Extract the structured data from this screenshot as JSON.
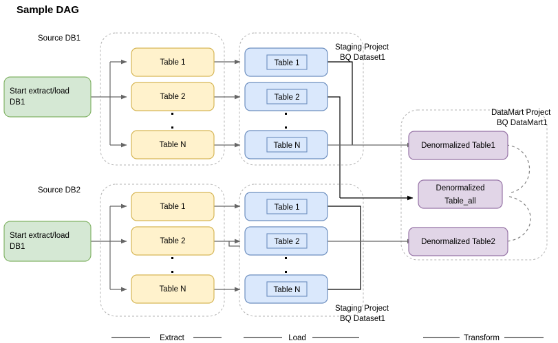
{
  "title": "Sample DAG",
  "sources": [
    {
      "label": "Source DB1"
    },
    {
      "label": "Source DB2"
    }
  ],
  "start_nodes": [
    {
      "line1": "Start extract/load",
      "line2": "DB1"
    },
    {
      "line1": "Start extract/load",
      "line2": "DB1"
    }
  ],
  "extract_groups": [
    {
      "tables": [
        "Table 1",
        "Table 2",
        "Table N"
      ]
    },
    {
      "tables": [
        "Table 1",
        "Table 2",
        "Table N"
      ]
    }
  ],
  "load_groups": [
    {
      "tables": [
        "Table 1",
        "Table 2",
        "Table N"
      ],
      "caption_line1": "Staging Project",
      "caption_line2": "BQ Dataset1"
    },
    {
      "tables": [
        "Table 1",
        "Table 2",
        "Table N"
      ],
      "caption_line1": "Staging Project",
      "caption_line2": "BQ Dataset1"
    }
  ],
  "transform_group": {
    "caption_line1": "DataMart Project",
    "caption_line2": "BQ DataMart1",
    "nodes": [
      {
        "line1": "Denormalized Table1",
        "line2": ""
      },
      {
        "line1": "Denormalized",
        "line2": "Table_all"
      },
      {
        "line1": "Denormalized Table2",
        "line2": ""
      }
    ]
  },
  "stages": [
    {
      "label": "Extract"
    },
    {
      "label": "Load"
    },
    {
      "label": "Transform"
    }
  ],
  "colors": {
    "green_fill": "#d5e8d4",
    "green_stroke": "#82b366",
    "yellow_fill": "#fff2cc",
    "yellow_stroke": "#d6b656",
    "blue_fill": "#dae8fc",
    "blue_stroke": "#6c8ebf",
    "purple_fill": "#e1d5e7",
    "purple_stroke": "#9673a6",
    "dashed_container": "#b3b3b3",
    "arrow": "#666666",
    "text": "#000000"
  }
}
